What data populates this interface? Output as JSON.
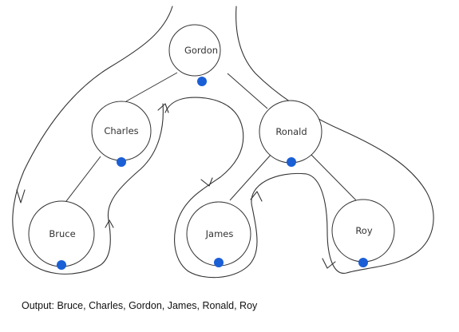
{
  "diagram": {
    "title": "",
    "nodes": [
      {
        "id": "gordon",
        "label": "Gordon"
      },
      {
        "id": "charles",
        "label": "Charles"
      },
      {
        "id": "ronald",
        "label": "Ronald"
      },
      {
        "id": "bruce",
        "label": "Bruce"
      },
      {
        "id": "james",
        "label": "James"
      },
      {
        "id": "roy",
        "label": "Roy"
      }
    ],
    "edges": [
      {
        "from": "gordon",
        "to": "charles"
      },
      {
        "from": "gordon",
        "to": "ronald"
      },
      {
        "from": "charles",
        "to": "bruce"
      },
      {
        "from": "ronald",
        "to": "james"
      },
      {
        "from": "ronald",
        "to": "roy"
      }
    ],
    "dot_color": "#1a5fd6",
    "line_color": "#333333"
  },
  "output": {
    "text": "Output: Bruce, Charles, Gordon, James, Ronald, Roy"
  }
}
